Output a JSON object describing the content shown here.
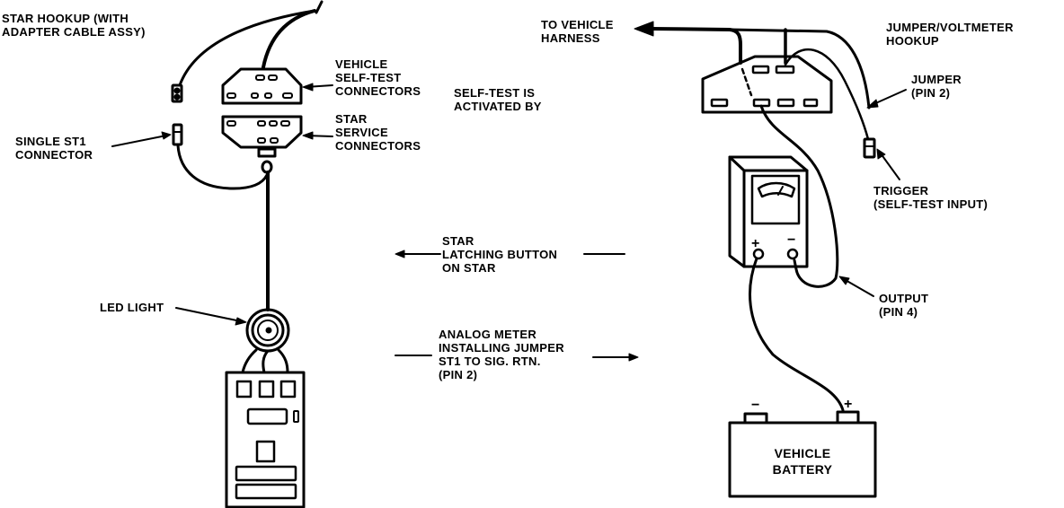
{
  "diagram": {
    "colors": {
      "ink": "#000000",
      "background": "#ffffff"
    },
    "left_panel": {
      "star_hookup": [
        "STAR HOOKUP (WITH",
        "ADAPTER CABLE ASSY)"
      ],
      "single_st1": [
        "SINGLE ST1",
        "CONNECTOR"
      ],
      "vehicle_self_test": [
        "VEHICLE",
        "SELF-TEST",
        "CONNECTORS"
      ],
      "star_service": [
        "STAR",
        "SERVICE",
        "CONNECTORS"
      ],
      "led_light": "LED LIGHT"
    },
    "middle_panel": {
      "self_test_activated": [
        "SELF-TEST IS",
        "ACTIVATED BY"
      ],
      "star_latching": [
        "STAR",
        "LATCHING BUTTON",
        "ON STAR"
      ],
      "analog_meter": [
        "ANALOG METER",
        "INSTALLING JUMPER",
        "ST1 TO SIG. RTN.",
        "(PIN 2)"
      ]
    },
    "right_panel": {
      "to_vehicle_harness": [
        "TO VEHICLE",
        "HARNESS"
      ],
      "jumper_voltmeter": [
        "JUMPER/VOLTMETER",
        "HOOKUP"
      ],
      "jumper_pin2": [
        "JUMPER",
        "(PIN 2)"
      ],
      "trigger": [
        "TRIGGER",
        "(SELF-TEST INPUT)"
      ],
      "output_pin4": [
        "OUTPUT",
        "(PIN 4)"
      ],
      "battery": [
        "VEHICLE",
        "BATTERY"
      ],
      "meter_plus": "+",
      "meter_minus": "−",
      "battery_plus": "+",
      "battery_minus": "−"
    }
  }
}
